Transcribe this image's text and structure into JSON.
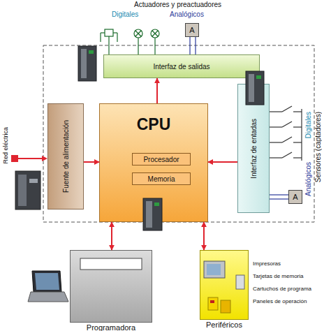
{
  "diagram": {
    "nodes": [
      {
        "text": [
          "A"
        ]
      },
      {
        "text": [
          "Interfaz de salidas"
        ]
      },
      {
        "text": [
          "Fuente de alimentación"
        ]
      },
      {
        "text": [
          "CPU"
        ]
      },
      {
        "text": [
          "Procesador"
        ],
        "in": 3
      },
      {
        "text": [
          "Memoria"
        ],
        "in": 3
      },
      {
        "text": [
          "Interfaz de entadas"
        ]
      },
      {
        "text": [
          "A"
        ]
      },
      {
        "text": [
          "Programadora"
        ]
      },
      {
        "text": [
          "Periféricos"
        ]
      }
    ],
    "edges": [
      {
        "from": 0,
        "to": 1,
        "arrow": "none"
      },
      {
        "from": 3,
        "to": 1,
        "arrow": "to"
      },
      {
        "from": 2,
        "to": 3,
        "arrow": "to"
      },
      {
        "from": 6,
        "to": 3,
        "arrow": "to"
      },
      {
        "from": 7,
        "to": 6,
        "arrow": "none"
      },
      {
        "from": 3,
        "to": 8,
        "arrow": "both"
      },
      {
        "from": 3,
        "to": 9,
        "arrow": "both"
      }
    ],
    "labels": [
      "Actuadores y preactuadores",
      "Digitales",
      "Analógicos",
      "Sensores (captadores)",
      "Digitales",
      "Analógicos",
      "Red eléctrica",
      "Impresoras",
      "Tarjetas de memoria",
      "Cartuchos de programa",
      "Paneles de operación"
    ]
  }
}
